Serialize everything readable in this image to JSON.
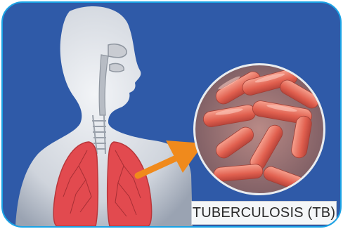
{
  "caption": "TUBERCULOSIS (TB)",
  "colors": {
    "background": "#2f5aa8",
    "frame_border": "#1aa3e6",
    "body": "#d9dde3",
    "lung": "#e24a4f",
    "arrow": "#f08a1c",
    "bacteria": "#e8746a"
  },
  "icons": [
    "human-torso-illustration",
    "lungs-illustration",
    "magnified-bacteria-circle",
    "pointer-arrow"
  ]
}
